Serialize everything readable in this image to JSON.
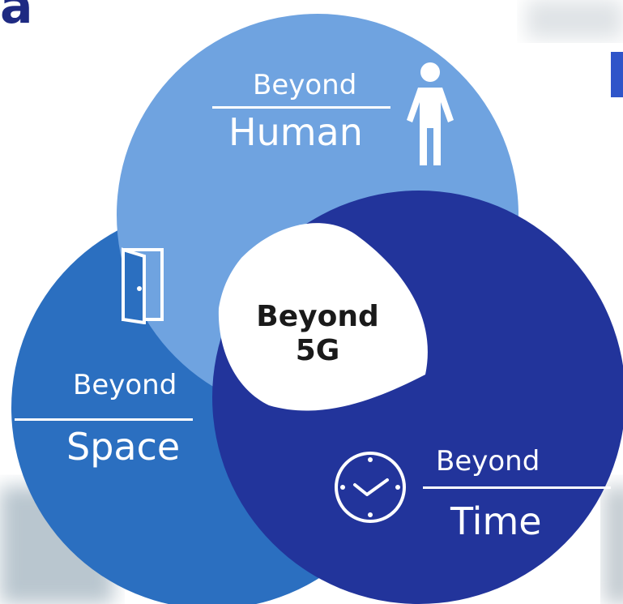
{
  "header": {
    "corner_text": "a"
  },
  "venn": {
    "center": {
      "line1": "Beyond",
      "line2": "5G"
    },
    "human": {
      "prefix": "Beyond",
      "word": "Human",
      "icon": "person-icon"
    },
    "space": {
      "prefix": "Beyond",
      "word": "Space",
      "icon": "door-icon"
    },
    "time": {
      "prefix": "Beyond",
      "word": "Time",
      "icon": "clock-icon"
    }
  },
  "colors": {
    "human": "#6fa3e0",
    "space": "#2b6fc0",
    "time": "#22349b",
    "center": "#ffffff",
    "text_light": "#ffffff",
    "text_dark": "#1a1a1a"
  }
}
